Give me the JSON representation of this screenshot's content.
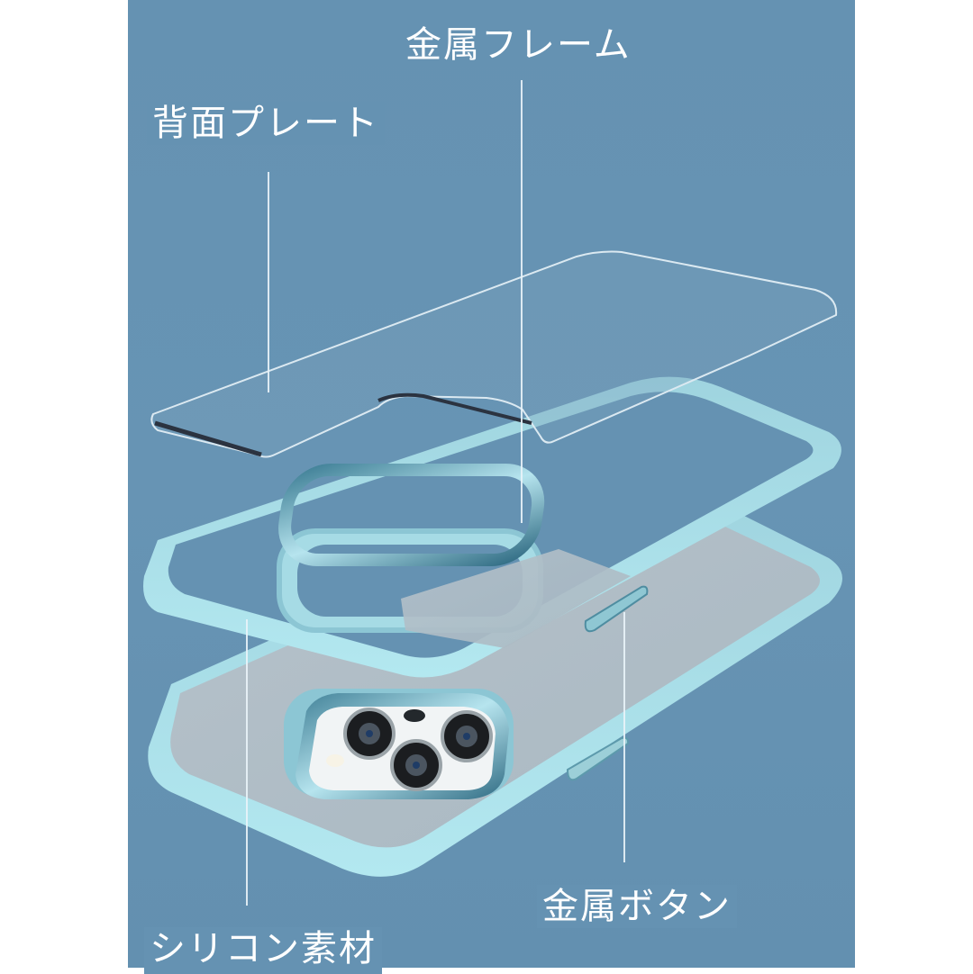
{
  "diagram": {
    "title": "Phone case exploded view",
    "background_color": "#6592b2",
    "case_color": "#aadfe8",
    "callouts": [
      {
        "id": "back-plate",
        "label": "背面プレート"
      },
      {
        "id": "metal-frame",
        "label": "金属フレーム"
      },
      {
        "id": "metal-button",
        "label": "金属ボタン"
      },
      {
        "id": "silicone",
        "label": "シリコン素材"
      }
    ],
    "components": [
      "clear-back-plate",
      "silicone-bumper",
      "metal-camera-frame",
      "metal-side-button",
      "assembled-case"
    ]
  }
}
